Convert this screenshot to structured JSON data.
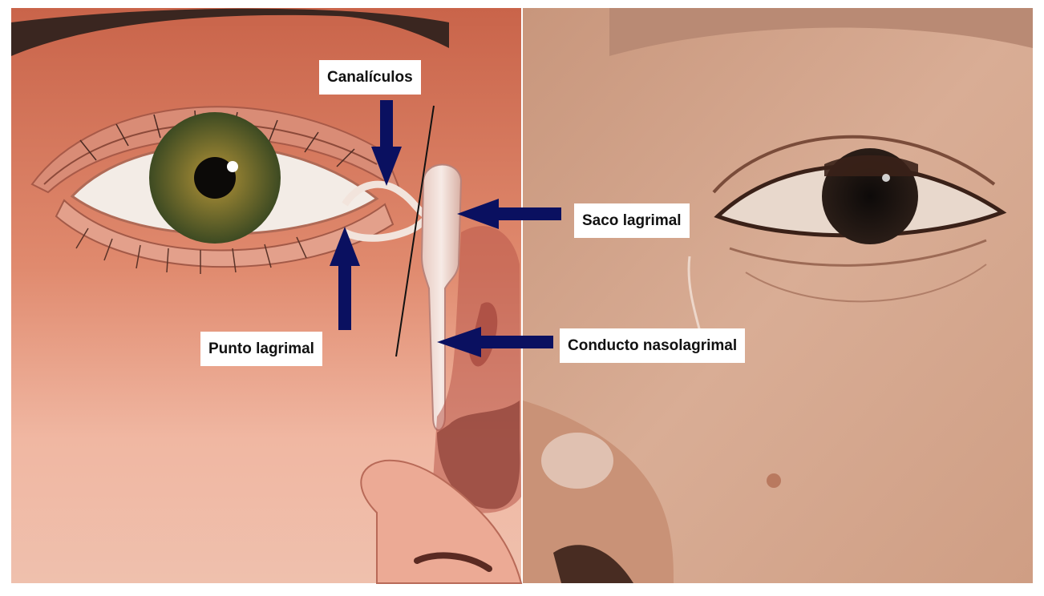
{
  "image": {
    "panels": [
      "illustration-left",
      "photo-right"
    ],
    "labels": {
      "canaliculos": "Canalículos",
      "saco": "Saco lagrimal",
      "punto": "Punto lagrimal",
      "conducto": "Conducto nasolagrimal"
    },
    "colors": {
      "arrow": "#0a1060",
      "skin_illustration": "#d9735a",
      "skin_photo": "#cf9f86",
      "label_bg": "#ffffff"
    }
  }
}
